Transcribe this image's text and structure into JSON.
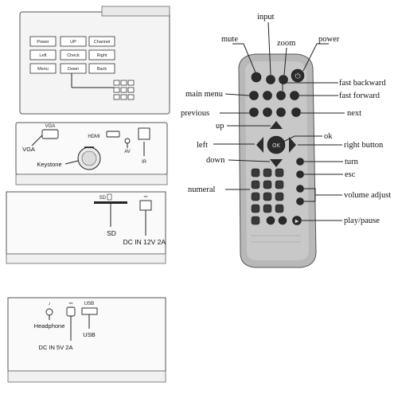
{
  "top_panel": {
    "buttons": [
      [
        "Power",
        "UP",
        "Channel"
      ],
      [
        "Left",
        "Check",
        "Right"
      ],
      [
        "Menu",
        "Down",
        "Back"
      ]
    ]
  },
  "front_panel": {
    "labels": {
      "vga_port": "VGA",
      "vga": "VGA",
      "hdmi": "HDMI",
      "keystone": "Keystone",
      "av": "AV",
      "ir": "IR"
    }
  },
  "side_panel": {
    "labels": {
      "sd": "SD",
      "dc_in": "DC IN 12V 2A"
    }
  },
  "back_panel": {
    "labels": {
      "usb_port": "USB",
      "headphone": "Headphone",
      "usb": "USB",
      "dc_in": "DC IN 5V 2A"
    }
  },
  "remote": {
    "callouts": {
      "mute": "mute",
      "input": "input",
      "zoom": "zoom",
      "power": "power",
      "main_menu": "main menu",
      "fast_backward": "fast backward",
      "fast_forward": "fast forward",
      "previous": "previous",
      "next": "next",
      "up": "up",
      "ok": "ok",
      "left": "left",
      "right_button": "right button",
      "down": "down",
      "turn": "turn",
      "esc": "esc",
      "numeral": "numeral",
      "volume_adjust": "volume adjust",
      "play_pause": "play/pause"
    },
    "ok_key": "OK"
  }
}
